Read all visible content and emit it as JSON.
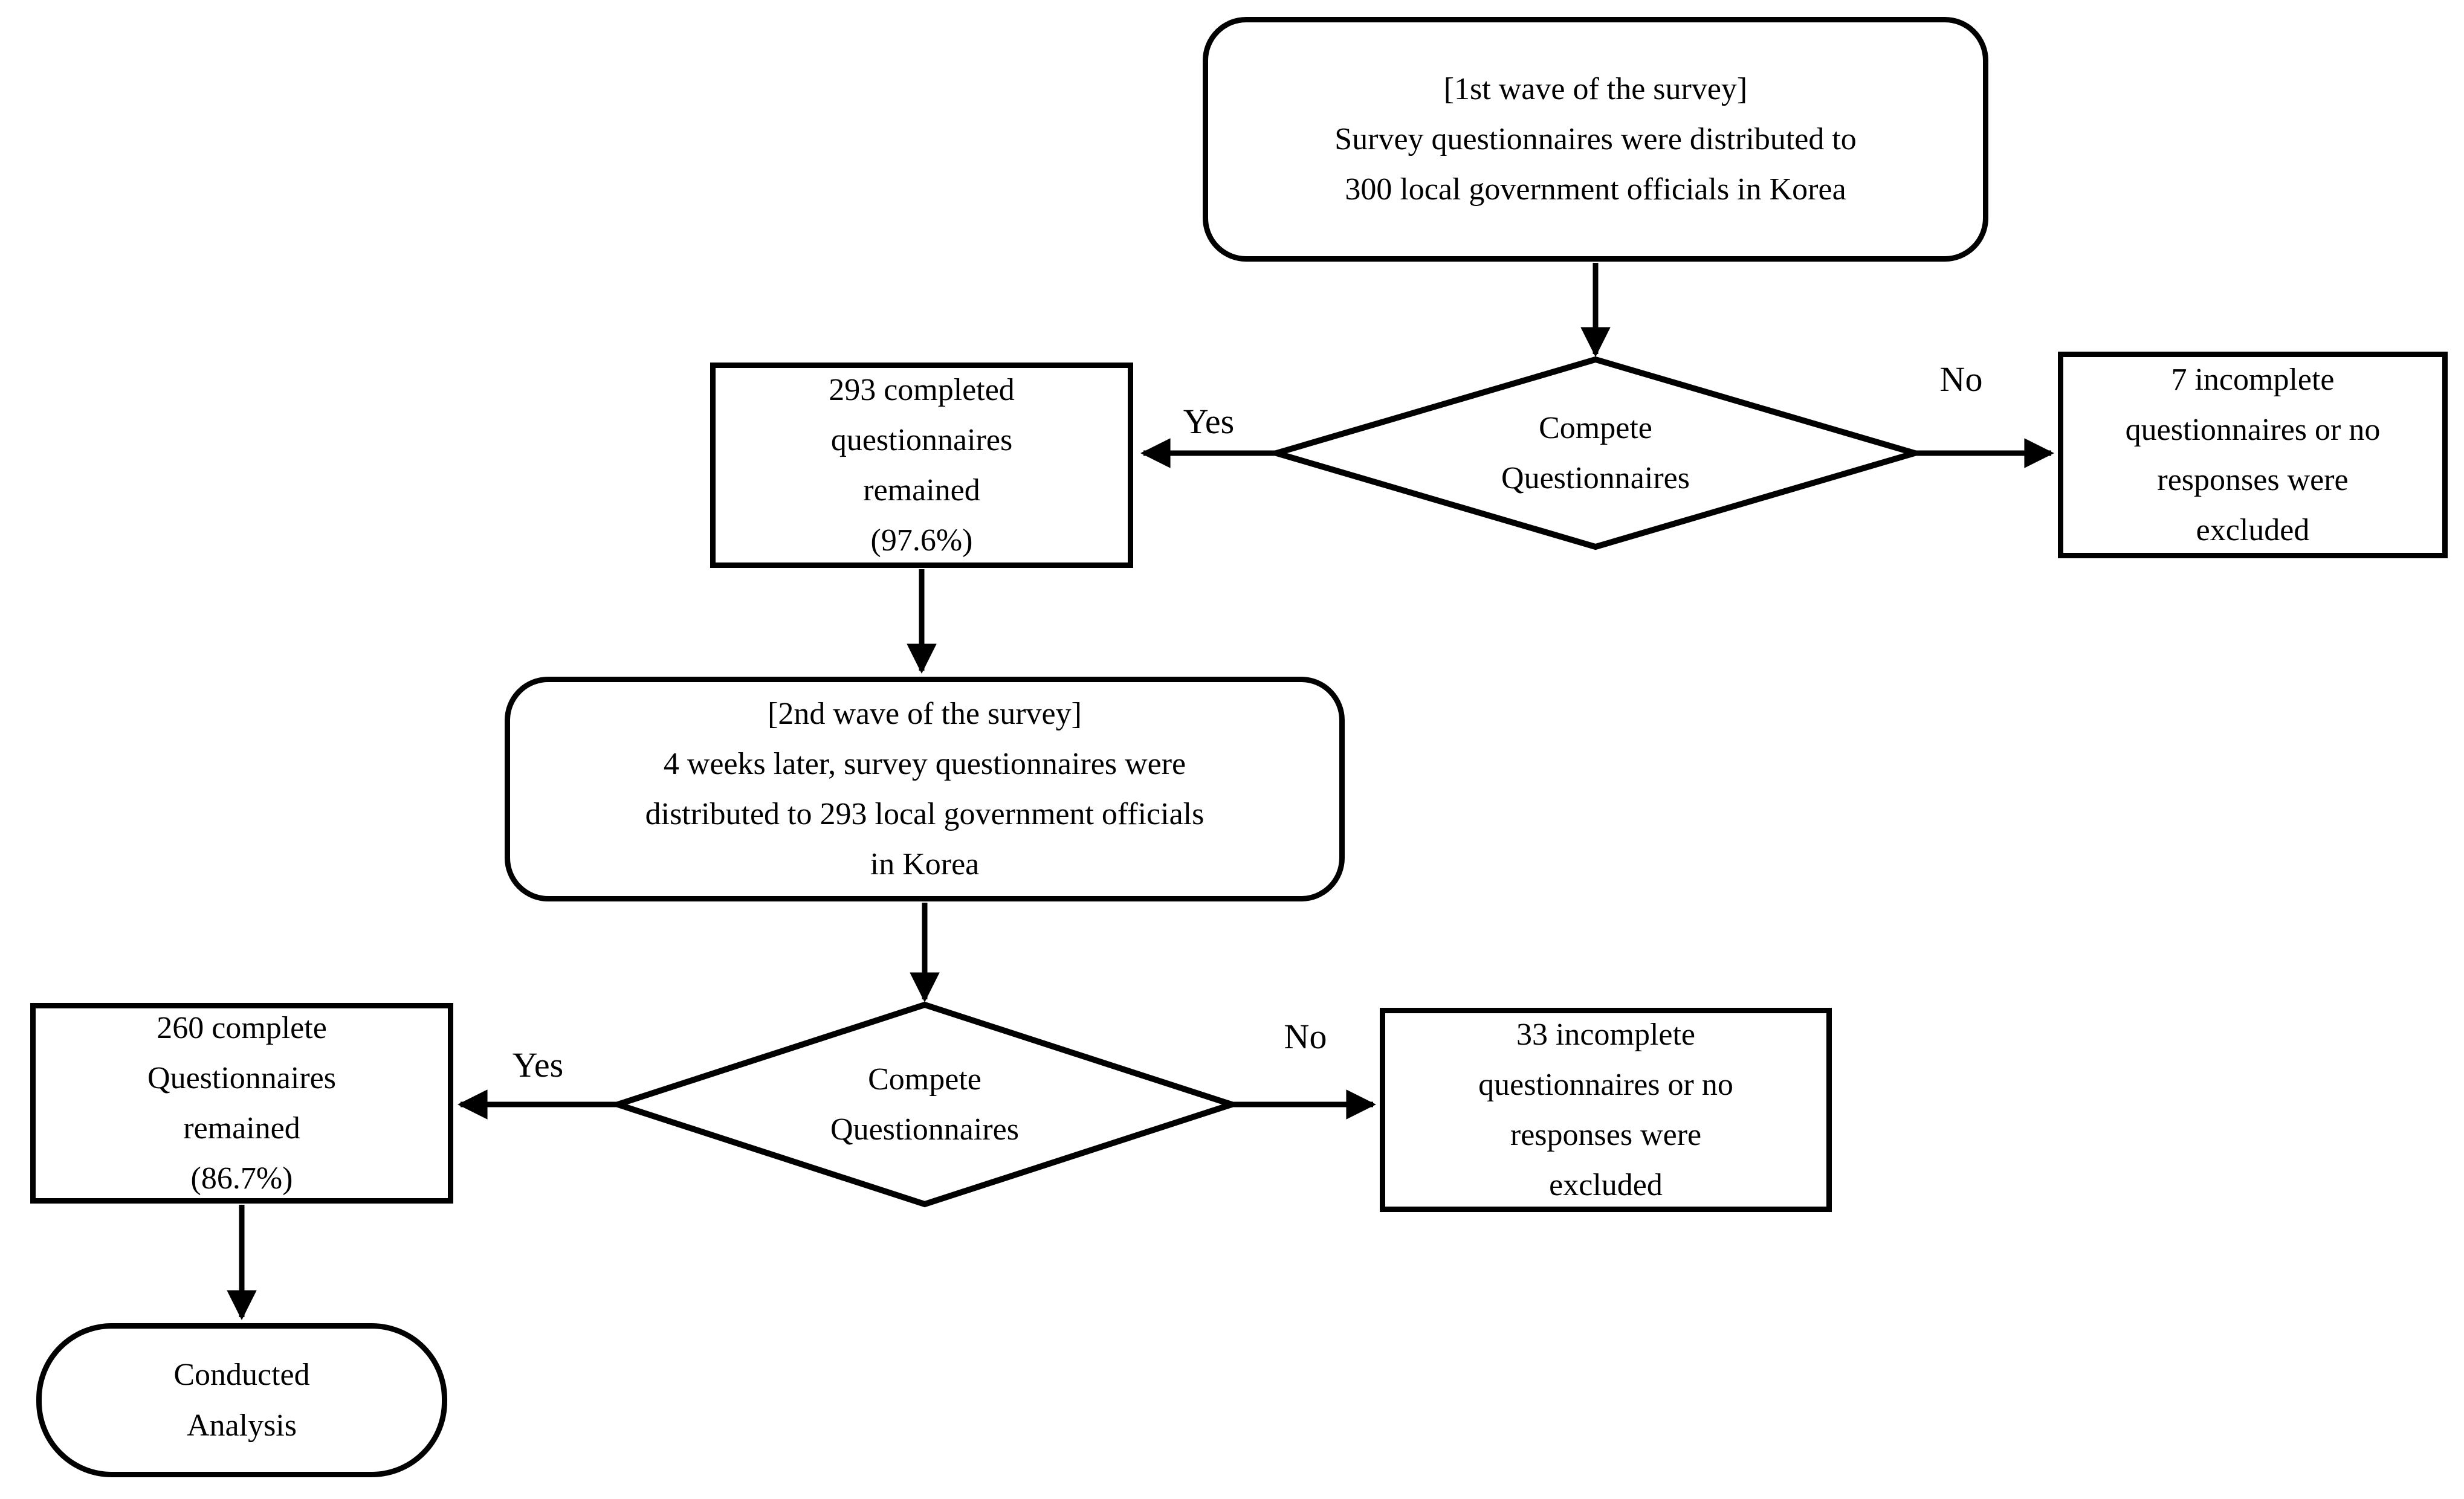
{
  "colors": {
    "bg": "#ffffff",
    "stroke": "#000000",
    "text": "#000000"
  },
  "flowchart": {
    "nodes": {
      "wave1": "[1st wave of the survey]\nSurvey questionnaires were distributed to\n300 local government officials in Korea",
      "decision1": "Compete\nQuestionnaires",
      "remained1": "293 completed\nquestionnaires\nremained\n(97.6%)",
      "excluded1": "7 incomplete\nquestionnaires or no\nresponses were\nexcluded",
      "wave2": "[2nd wave of the survey]\n4 weeks later, survey questionnaires were\ndistributed to 293 local government officials\nin Korea",
      "decision2": "Compete\nQuestionnaires",
      "remained2": "260 complete\nQuestionnaires\nremained\n(86.7%)",
      "excluded2": "33 incomplete\nquestionnaires or no\nresponses were\nexcluded",
      "analysis": "Conducted\nAnalysis"
    },
    "edge_labels": {
      "yes1": "Yes",
      "no1": "No",
      "yes2": "Yes",
      "no2": "No"
    }
  }
}
